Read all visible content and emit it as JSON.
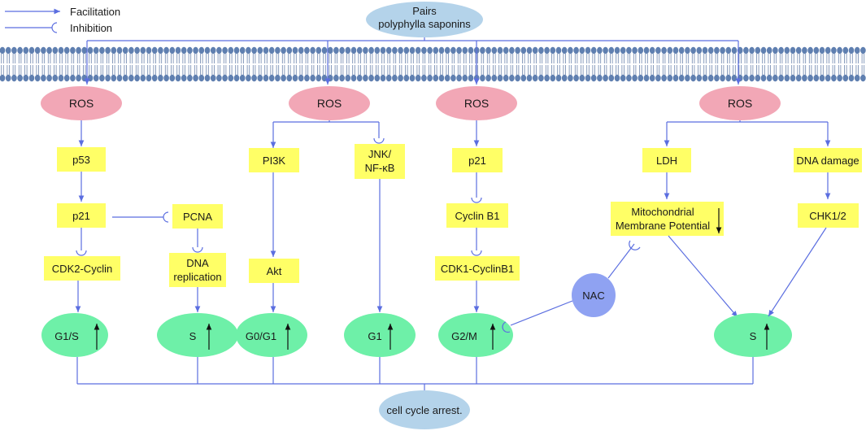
{
  "legend": {
    "facilitation": "Facilitation",
    "inhibition": "Inhibition"
  },
  "top_node": {
    "line1": "Pairs",
    "line2": "polyphylla saponins"
  },
  "bottom_node": "cell cycle arrest.",
  "ros_label": "ROS",
  "col1": {
    "p53": "p53",
    "p21": "p21",
    "cdk2": "CDK2-Cyclin",
    "g1s": "G1/S"
  },
  "col2": {
    "pcna": "PCNA",
    "dna1": "DNA",
    "dna2": "replication",
    "s": "S"
  },
  "col3": {
    "pi3k": "PI3K",
    "akt": "Akt",
    "g0g1": "G0/G1"
  },
  "col4": {
    "jnk1": "JNK/",
    "jnk2": "NF-κB",
    "g1": "G1"
  },
  "col5": {
    "p21": "p21",
    "cyclinb1": "Cyclin B1",
    "cdk1": "CDK1-CyclinB1",
    "g2m": "G2/M"
  },
  "col6": {
    "ldh": "LDH",
    "mito1": "Mitochondrial",
    "mito2": "Membrane Potential",
    "nac": "NAC",
    "s": "S"
  },
  "col7": {
    "dna_damage": "DNA damage",
    "chk": "CHK1/2"
  },
  "colors": {
    "line": "#5b6ee0",
    "yellow": "#ffff66",
    "pink": "#f2a7b6",
    "green": "#6ef0a8",
    "blue_top": "#b4d3ea",
    "nac": "#8fa2f2"
  }
}
